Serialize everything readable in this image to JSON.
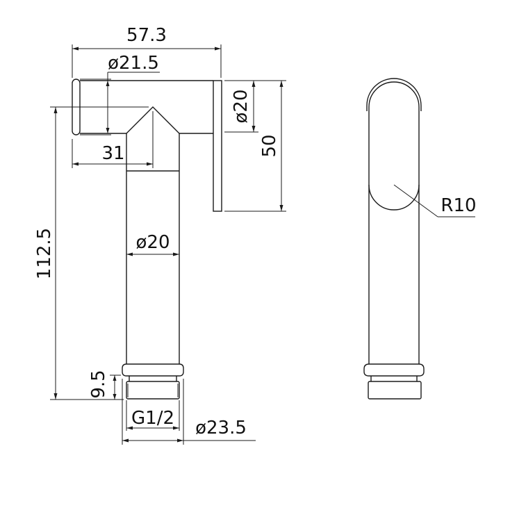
{
  "drawing": {
    "type": "technical-drawing",
    "subject": "bidet spray holder / wall elbow",
    "colors": {
      "line": "#1a1a1a",
      "background": "#ffffff"
    },
    "views": {
      "side": {
        "dimensions": {
          "overall_width": "57.3",
          "head_diameter": "ø21.5",
          "head_offset": "31",
          "flange_diameter": "ø20",
          "flange_height": "50",
          "overall_height": "112.5",
          "body_diameter": "ø20",
          "thread_length": "9.5",
          "thread_spec": "G1/2",
          "nut_diameter": "ø23.5"
        }
      },
      "front": {
        "dimensions": {
          "radius": "R10"
        }
      }
    }
  }
}
